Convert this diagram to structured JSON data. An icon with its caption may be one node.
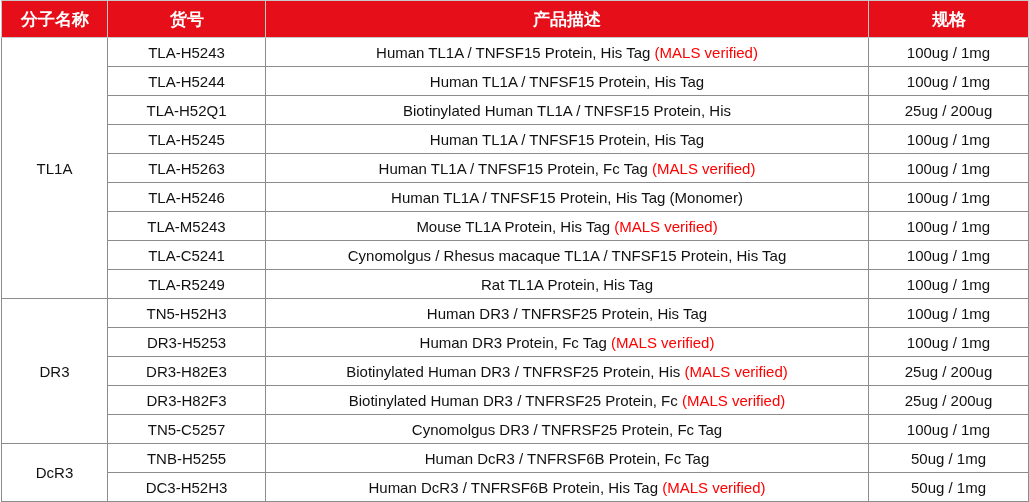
{
  "diagram": {
    "labels": [
      "分子名称",
      "货号",
      "产品描述",
      "规格",
      "TL1A",
      "TLA-H5243",
      "Human TL1A / TNFSF15 Protein, His Tag",
      "(MALS verified)",
      "100ug / 1mg",
      "TLA-H5244",
      "Human TL1A / TNFSF15 Protein, His Tag",
      "100ug / 1mg",
      "TLA-H52Q1",
      "Biotinylated Human TL1A / TNFSF15 Protein, His",
      "25ug / 200ug",
      "TLA-H5245",
      "Human TL1A / TNFSF15 Protein, His Tag",
      "100ug / 1mg",
      "TLA-H5263",
      "Human TL1A / TNFSF15 Protein, Fc Tag",
      "(MALS verified)",
      "100ug / 1mg",
      "TLA-H5246",
      "Human TL1A / TNFSF15 Protein, His Tag (Monomer)",
      "100ug / 1mg",
      "TLA-M5243",
      "Mouse TL1A Protein, His Tag",
      "(MALS verified)",
      "100ug / 1mg",
      "TLA-C5241",
      "Cynomolgus / Rhesus macaque TL1A / TNFSF15 Protein, His Tag",
      "100ug / 1mg",
      "TLA-R5249",
      "Rat TL1A Protein, His Tag",
      "100ug / 1mg",
      "DR3",
      "TN5-H52H3",
      "Human DR3 / TNFRSF25 Protein, His Tag",
      "100ug / 1mg",
      "DR3-H5253",
      "Human DR3 Protein, Fc Tag",
      "(MALS verified)",
      "100ug / 1mg",
      "DR3-H82E3",
      "Biotinylated Human DR3 / TNFRSF25 Protein, His",
      "(MALS verified)",
      "25ug / 200ug",
      "DR3-H82F3",
      "Biotinylated Human DR3 / TNFRSF25 Protein, Fc",
      "(MALS verified)",
      "25ug / 200ug",
      "TN5-C5257",
      "Cynomolgus DR3 / TNFRSF25 Protein, Fc Tag",
      "100ug / 1mg",
      "DcR3",
      "TNB-H5255",
      "Human DcR3 / TNFRSF6B Protein, Fc Tag",
      "50ug / 1mg",
      "DC3-H52H3",
      "Human DcR3 / TNFRSF6B Protein, His Tag",
      "(MALS verified)",
      "50ug / 1mg"
    ]
  }
}
